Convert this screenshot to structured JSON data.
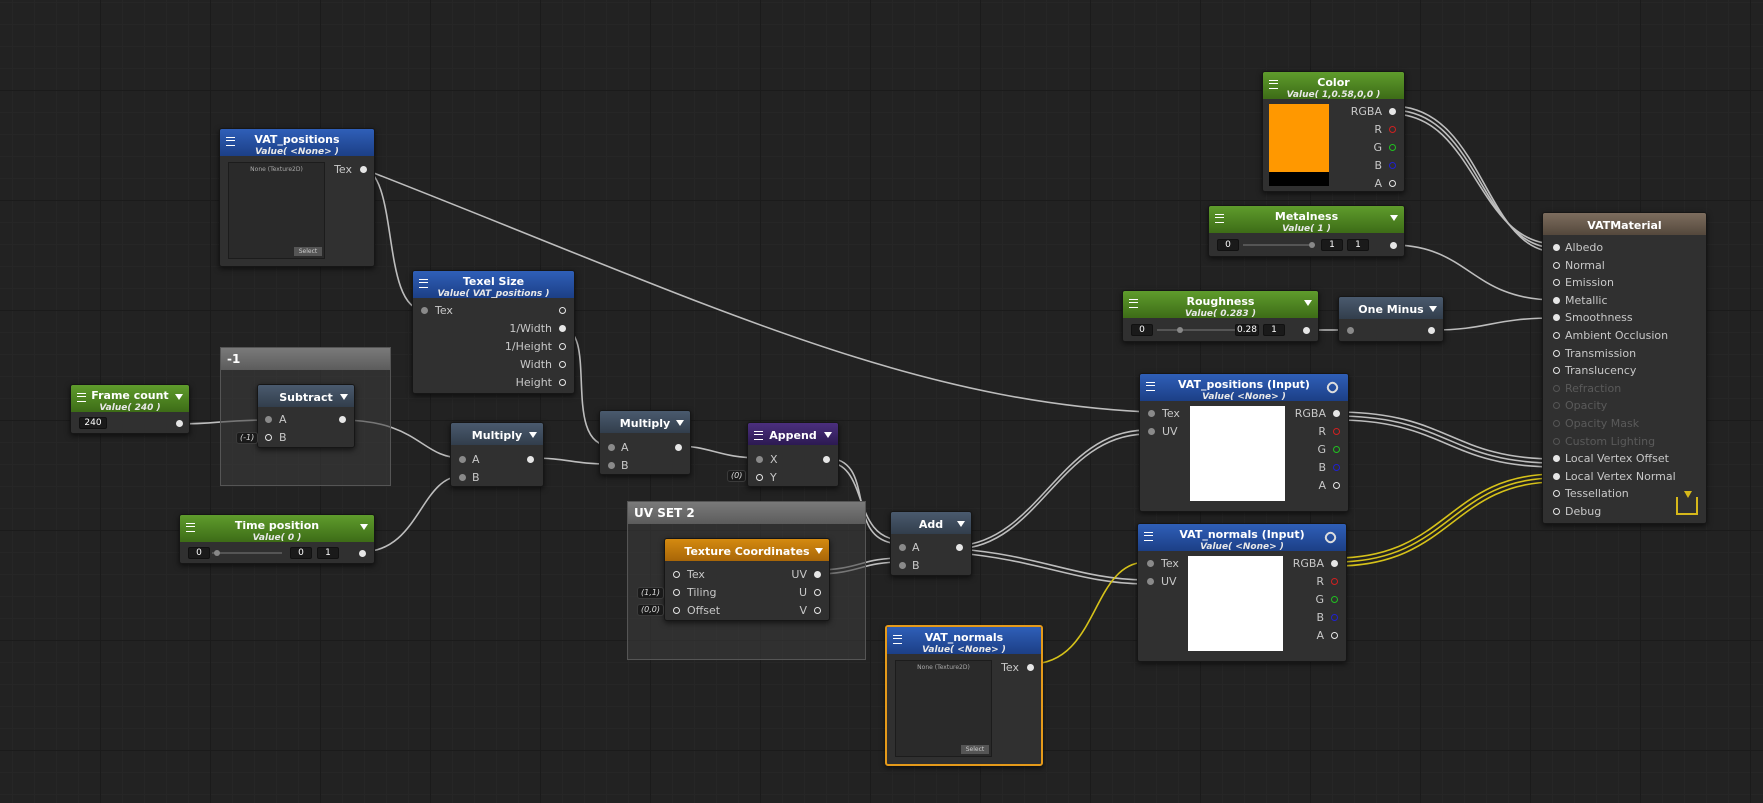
{
  "nodes": {
    "vat_positions": {
      "title": "VAT_positions",
      "value": "Value( <None> )",
      "out": "Tex",
      "preview": "None (Texture2D)",
      "select": "Select"
    },
    "texel_size": {
      "title": "Texel Size",
      "value": "Value( VAT_positions )",
      "in": "Tex",
      "outs": [
        "1/Width",
        "1/Height",
        "Width",
        "Height"
      ]
    },
    "group_neg1": {
      "title": "-1"
    },
    "subtract": {
      "title": "Subtract",
      "a": "A",
      "b": "B",
      "b_val": "(-1)"
    },
    "frame_count": {
      "title": "Frame count",
      "value": "Value( 240 )",
      "field": "240"
    },
    "time_position": {
      "title": "Time position",
      "value": "Value( 0 )",
      "min": "0",
      "cur": "0",
      "max": "1"
    },
    "multiply1": {
      "title": "Multiply",
      "a": "A",
      "b": "B"
    },
    "multiply2": {
      "title": "Multiply",
      "a": "A",
      "b": "B"
    },
    "append": {
      "title": "Append",
      "x": "X",
      "y": "Y",
      "y_val": "(0)"
    },
    "uv_group": {
      "title": "UV SET 2"
    },
    "tex_coords": {
      "title": "Texture Coordinates",
      "tex": "Tex",
      "tiling": "Tiling",
      "offset": "Offset",
      "uv": "UV",
      "u": "U",
      "v": "V",
      "tiling_val": "(1,1)",
      "offset_val": "(0,0)"
    },
    "add": {
      "title": "Add",
      "a": "A",
      "b": "B"
    },
    "vat_normals": {
      "title": "VAT_normals",
      "value": "Value( <None> )",
      "out": "Tex",
      "preview": "None (Texture2D)",
      "select": "Select"
    },
    "vat_pos_input": {
      "title": "VAT_positions (Input)",
      "value": "Value( <None> )",
      "ins": [
        "Tex",
        "UV"
      ],
      "outs": [
        "RGBA",
        "R",
        "G",
        "B",
        "A"
      ]
    },
    "vat_norm_input": {
      "title": "VAT_normals (Input)",
      "value": "Value( <None> )",
      "ins": [
        "Tex",
        "UV"
      ],
      "outs": [
        "RGBA",
        "R",
        "G",
        "B",
        "A"
      ]
    },
    "color": {
      "title": "Color",
      "value": "Value( 1,0.58,0,0 )",
      "outs": [
        "RGBA",
        "R",
        "G",
        "B",
        "A"
      ],
      "swatch": "#ff9800"
    },
    "metalness": {
      "title": "Metalness",
      "value": "Value( 1 )",
      "min": "0",
      "cur": "1",
      "max": "1"
    },
    "roughness": {
      "title": "Roughness",
      "value": "Value( 0.283 )",
      "min": "0",
      "cur": "0.28",
      "max": "1"
    },
    "one_minus": {
      "title": "One Minus"
    },
    "material": {
      "title": "VATMaterial",
      "inputs": [
        "Albedo",
        "Normal",
        "Emission",
        "Metallic",
        "Smoothness",
        "Ambient Occlusion",
        "Transmission",
        "Translucency",
        "Refraction",
        "Opacity",
        "Opacity Mask",
        "Custom Lighting",
        "Local Vertex Offset",
        "Local Vertex Normal",
        "Tessellation",
        "Debug"
      ]
    }
  }
}
